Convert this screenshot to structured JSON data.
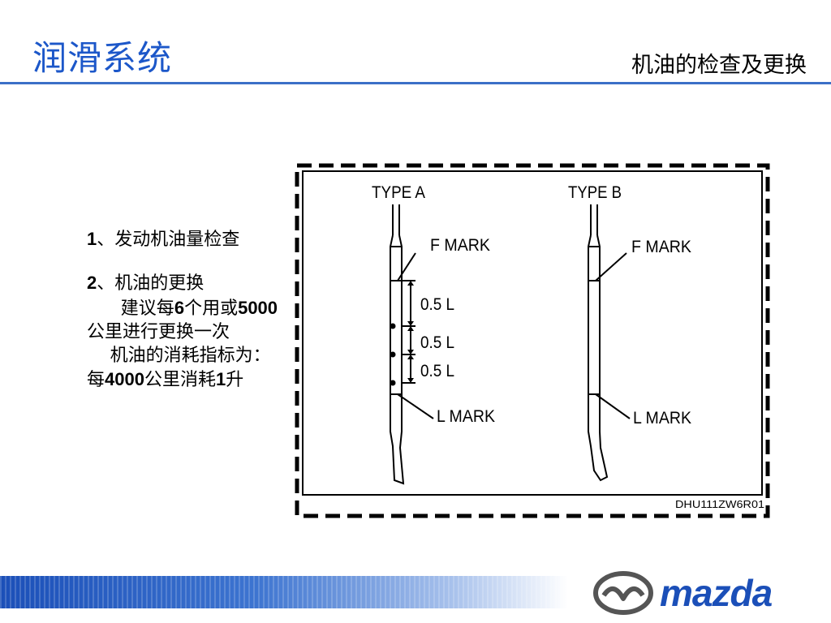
{
  "header": {
    "title": "润滑系统",
    "subtitle": "机油的检查及更换"
  },
  "content": {
    "item1": {
      "num": "1",
      "text": "、发动机油量检查"
    },
    "item2": {
      "num": "2",
      "text": "、机油的更换"
    },
    "recommend": {
      "p1": "建议每",
      "n1": "6",
      "p2": "个用或",
      "n2": "5000",
      "p3": "公里进行更换一次"
    },
    "consumption": {
      "p1": "机油的消耗指标为：每",
      "n1": "4000",
      "p2": "公里消耗",
      "n2": "1",
      "p3": "升"
    }
  },
  "figure": {
    "type_a": "TYPE A",
    "type_b": "TYPE B",
    "f_mark": "F MARK",
    "l_mark": "L MARK",
    "interval": "0.5 L",
    "code": "DHU111ZW6R01"
  },
  "logo": {
    "brand": "mazda",
    "icon": "mazda-wing-emblem-icon"
  },
  "colors": {
    "title": "#1c57c9",
    "rule": "#3b6fc7",
    "brand": "#1b4fb8"
  }
}
